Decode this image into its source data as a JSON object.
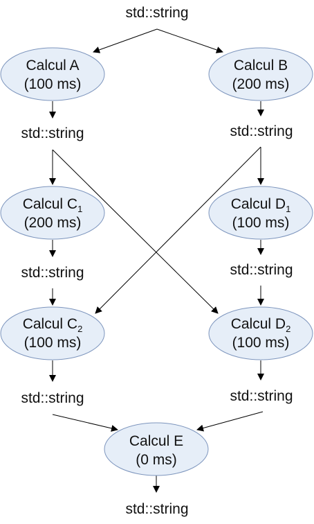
{
  "type_label": "std::string",
  "nodes": {
    "a": {
      "name": "Calcul A",
      "sub": "",
      "time": "(100 ms)"
    },
    "b": {
      "name": "Calcul B",
      "sub": "",
      "time": "(200 ms)"
    },
    "c1": {
      "name": "Calcul C",
      "sub": "1",
      "time": "(200 ms)"
    },
    "d1": {
      "name": "Calcul D",
      "sub": "1",
      "time": "(100 ms)"
    },
    "c2": {
      "name": "Calcul C",
      "sub": "2",
      "time": "(100 ms)"
    },
    "d2": {
      "name": "Calcul D",
      "sub": "2",
      "time": "(100 ms)"
    },
    "e": {
      "name": "Calcul E",
      "sub": "",
      "time": "(0 ms)"
    }
  },
  "colors": {
    "node_fill": "#e6eef8",
    "node_stroke": "#7d95bd",
    "edge": "#000000"
  }
}
